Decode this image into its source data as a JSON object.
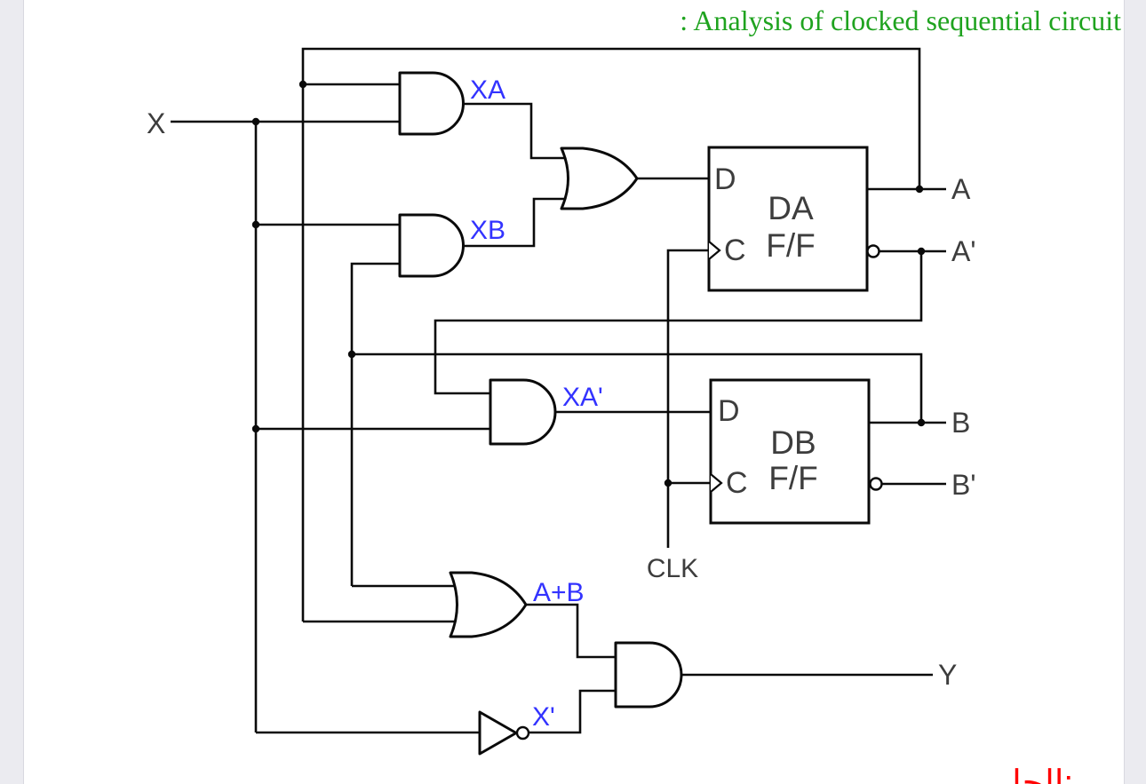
{
  "title": {
    "text": ": Analysis of clocked sequential circuit",
    "color": "#1fa31f"
  },
  "footer_note": {
    "text": "الحل:",
    "color": "#ff0000"
  },
  "colors": {
    "wire": "#0a0a0a",
    "signal_label": "#3d3d3d",
    "gate_output_label": "#3333ff",
    "title_green": "#1fa31f",
    "note_red": "#ff0000",
    "page_bg": "#ffffff",
    "viewer_bg": "#ebebf0"
  },
  "signals": {
    "x_input": "X",
    "clk": "CLK",
    "a": "A",
    "a_prime": "A'",
    "b": "B",
    "b_prime": "B'",
    "y_output": "Y"
  },
  "gate_outputs": {
    "xa": "XA",
    "xb": "XB",
    "xa_prime": "XA'",
    "a_plus_b": "A+B",
    "x_prime": "X'"
  },
  "flipflops": {
    "da": {
      "name": "DA",
      "type": "F/F",
      "d_pin": "D",
      "c_pin": "C"
    },
    "db": {
      "name": "DB",
      "type": "F/F",
      "d_pin": "D",
      "c_pin": "C"
    }
  },
  "gates": [
    {
      "id": "and-xa",
      "type": "AND",
      "output_label": "XA"
    },
    {
      "id": "and-xb",
      "type": "AND",
      "output_label": "XB"
    },
    {
      "id": "or-da-d-input",
      "type": "OR",
      "output_label": ""
    },
    {
      "id": "and-xa-prime",
      "type": "AND",
      "output_label": "XA'"
    },
    {
      "id": "or-a-plus-b",
      "type": "OR",
      "output_label": "A+B"
    },
    {
      "id": "not-x",
      "type": "NOT",
      "output_label": "X'"
    },
    {
      "id": "and-y",
      "type": "AND",
      "output_label": ""
    }
  ]
}
